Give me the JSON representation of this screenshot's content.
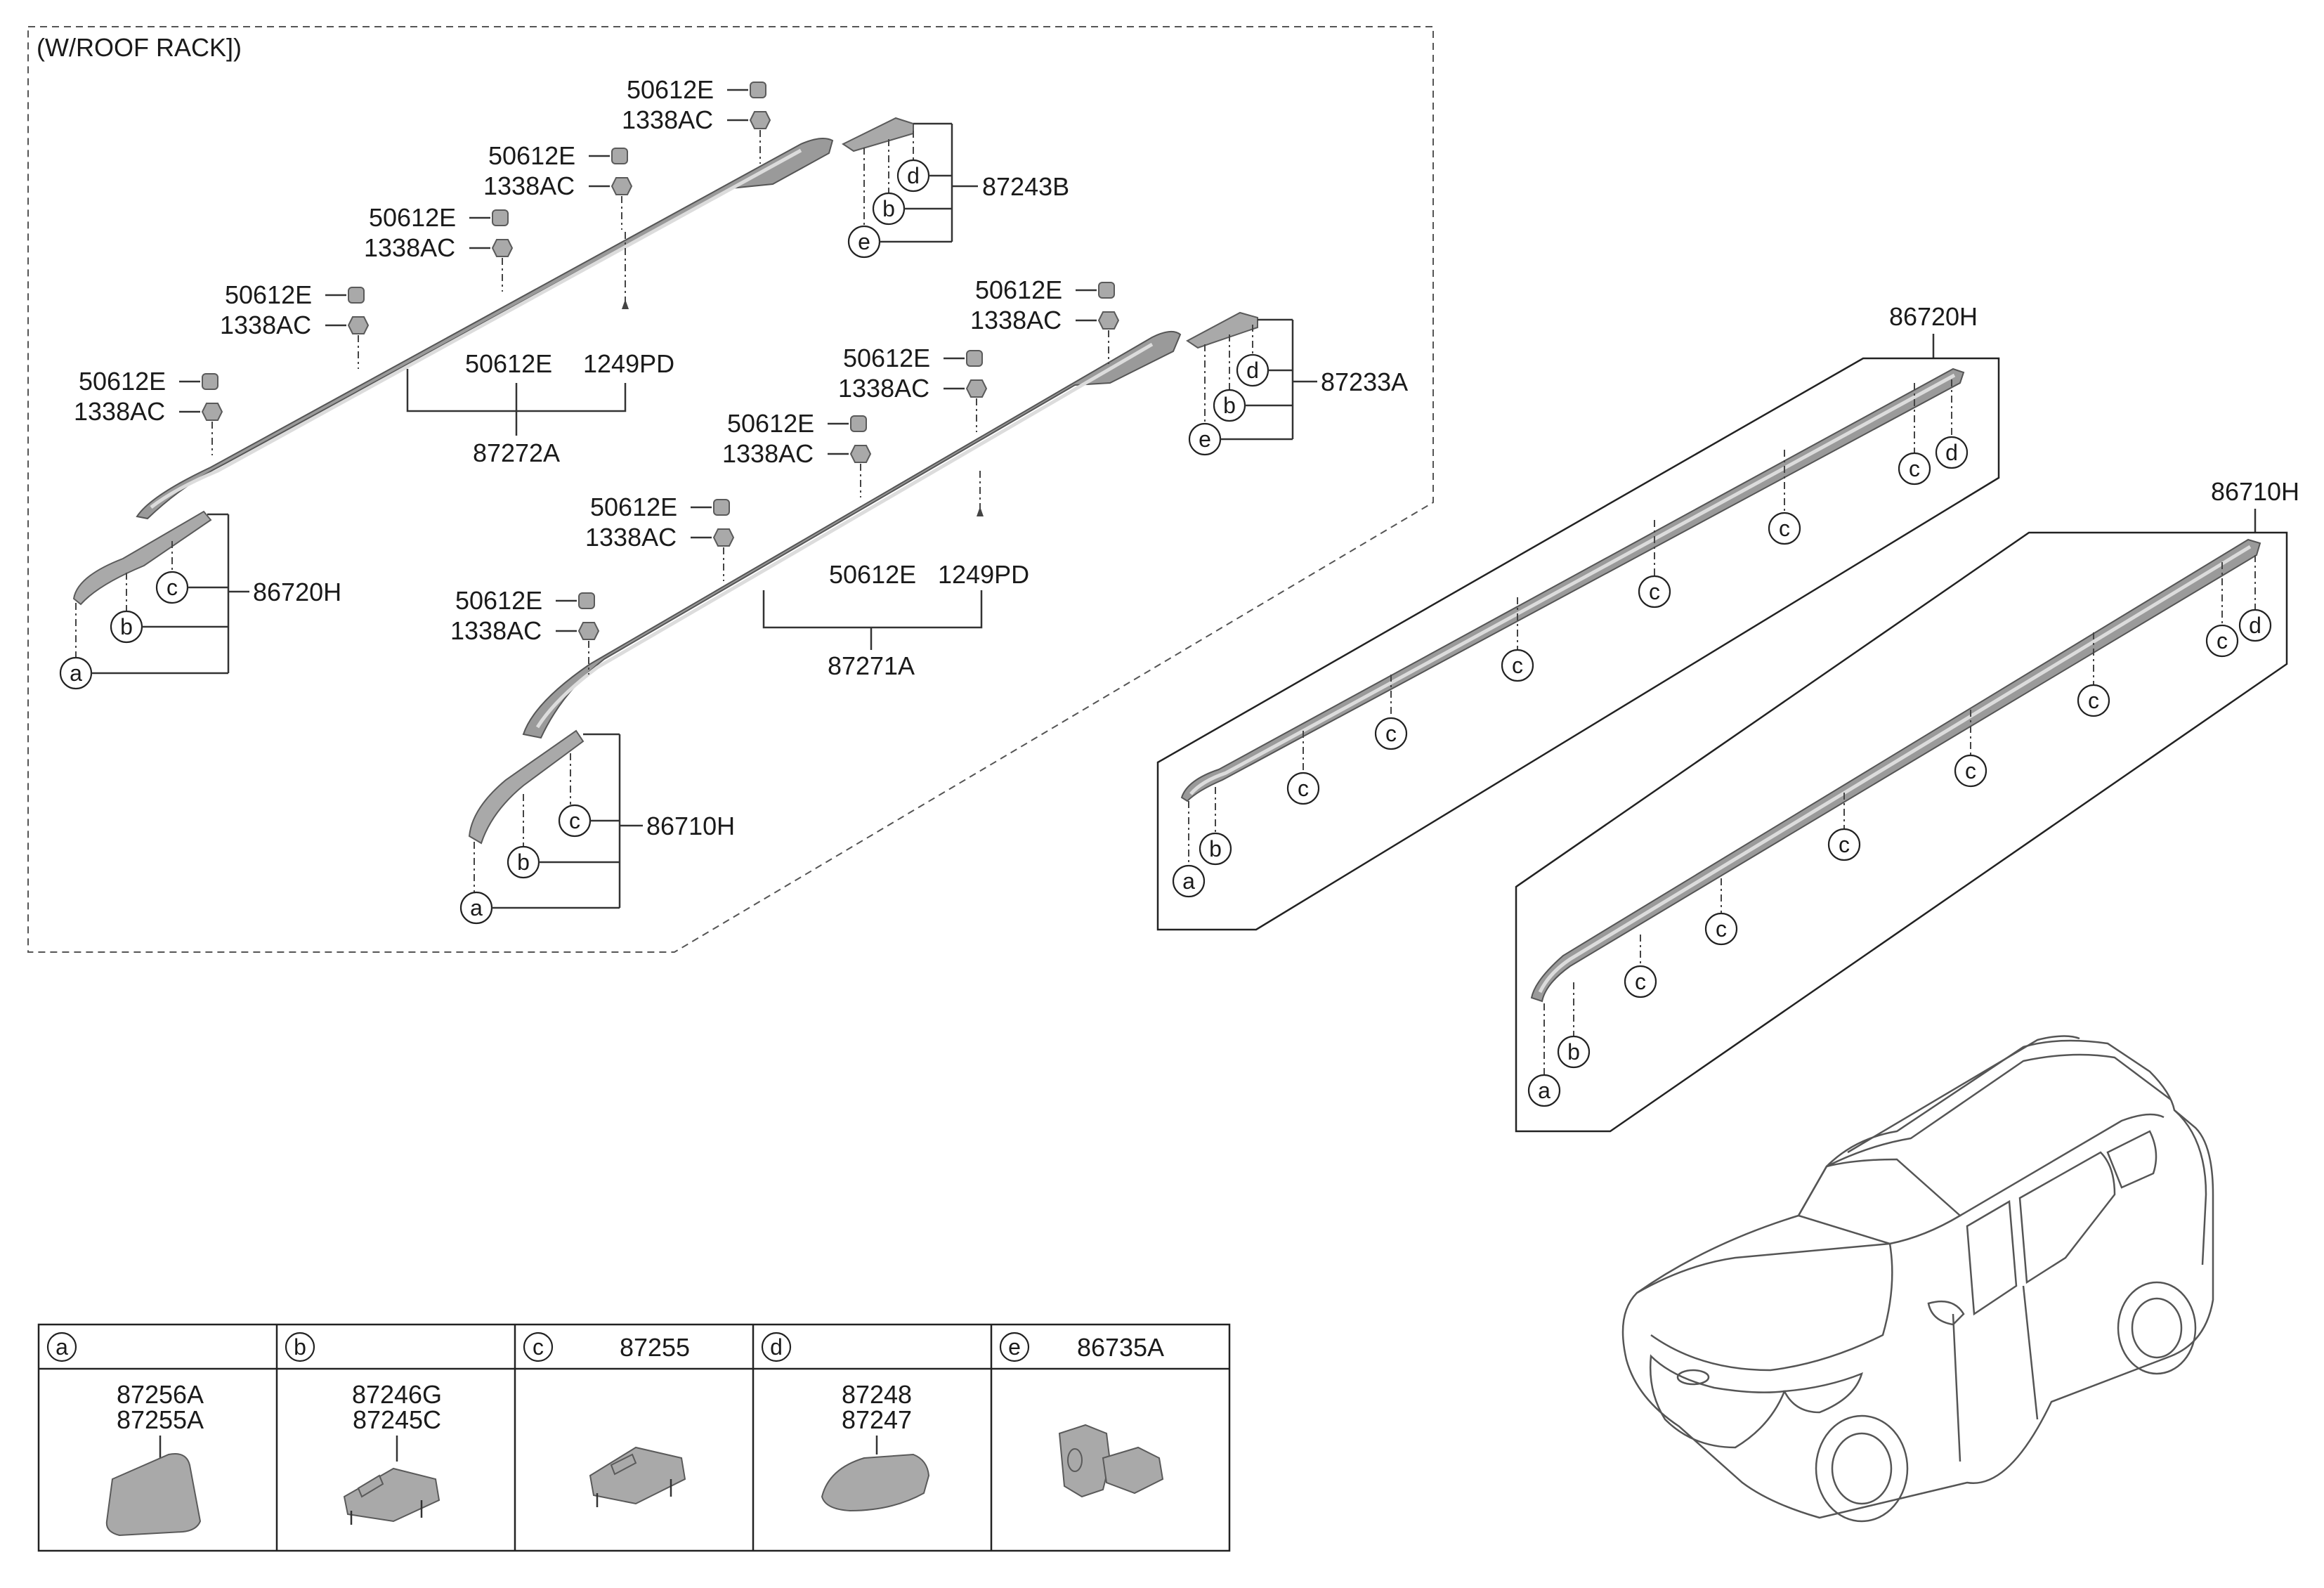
{
  "group_label": "(W/ROOF RACK])",
  "parts": {
    "p50612E": "50612E",
    "p1338AC": "1338AC",
    "p1249PD": "1249PD",
    "p87272A": "87272A",
    "p87271A": "87271A",
    "p87243B": "87243B",
    "p87233A": "87233A",
    "p86720H": "86720H",
    "p86710H": "86710H"
  },
  "callouts": {
    "a": "a",
    "b": "b",
    "c": "c",
    "d": "d",
    "e": "e"
  },
  "legend": [
    {
      "letter": "a",
      "header": "",
      "parts": [
        "87256A",
        "87255A"
      ]
    },
    {
      "letter": "b",
      "header": "",
      "parts": [
        "87246G",
        "87245C"
      ]
    },
    {
      "letter": "c",
      "header": "87255",
      "parts": []
    },
    {
      "letter": "d",
      "header": "",
      "parts": [
        "87248",
        "87247"
      ]
    },
    {
      "letter": "e",
      "header": "86735A",
      "parts": []
    }
  ]
}
